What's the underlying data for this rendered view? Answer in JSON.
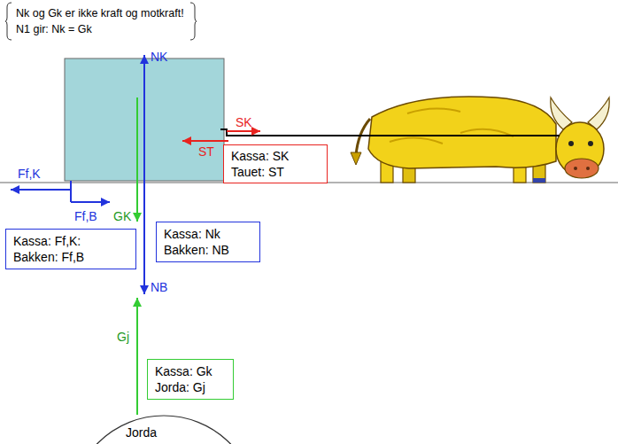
{
  "diagram": {
    "nodes": [
      {
        "text": [
          "Nk og Gk er ikke kraft og motkraft!",
          "N1 gir: Nk = Gk"
        ]
      },
      {
        "text": [
          "Kassa: SK",
          "Tauet: ST"
        ]
      },
      {
        "text": [
          "Kassa: Ff,K:",
          "Bakken: Ff,B"
        ]
      },
      {
        "text": [
          "Kassa: Nk",
          "Bakken: NB"
        ]
      },
      {
        "text": [
          "Kassa: Gk",
          "Jorda: Gj"
        ]
      },
      {
        "text": [
          "Jorda"
        ]
      }
    ],
    "labels": [
      "NK",
      "SK",
      "ST",
      "Ff,K",
      "Ff,B",
      "GK",
      "NB",
      "Gj"
    ]
  }
}
